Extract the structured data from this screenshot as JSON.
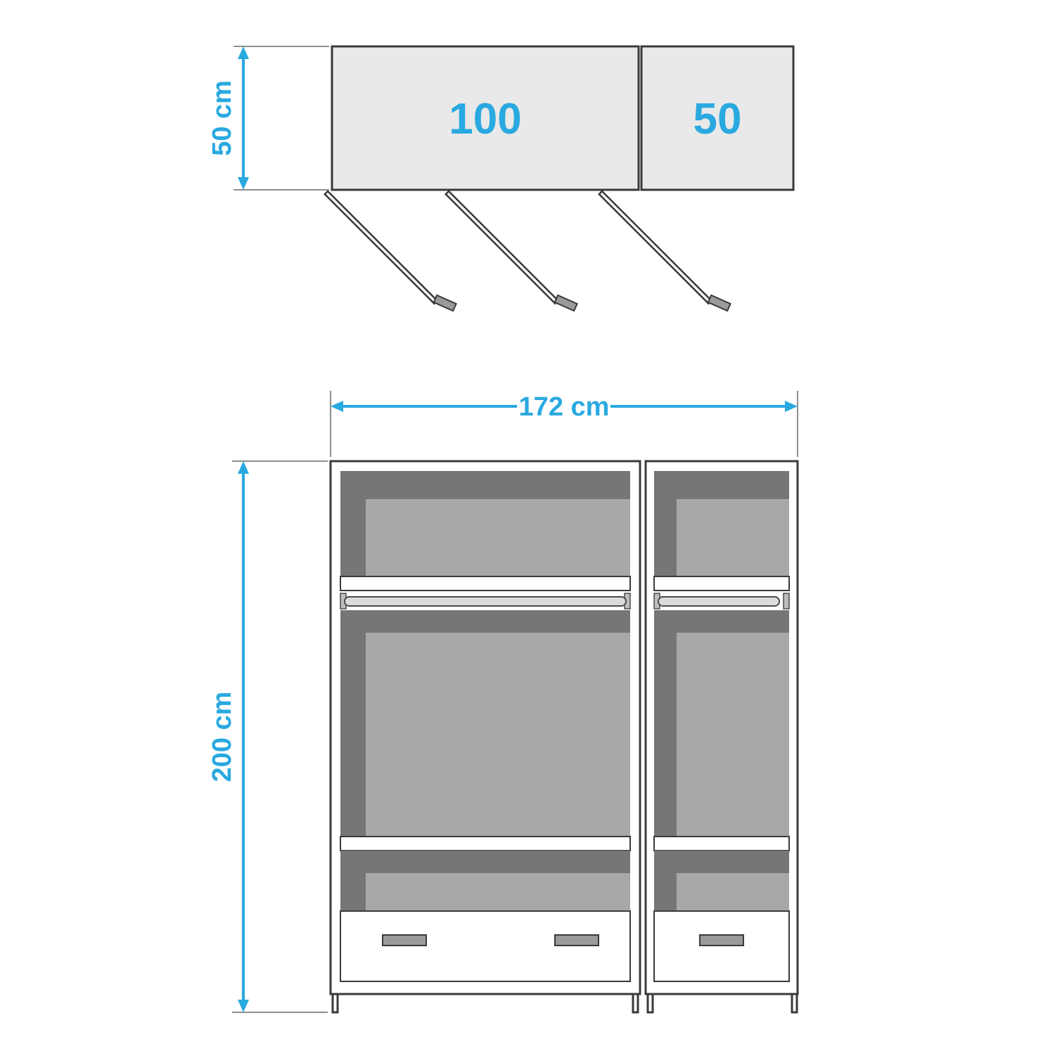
{
  "diagram": {
    "type": "furniture-dimension-diagram",
    "subject": "wardrobe",
    "colors": {
      "accent": "#29a9e0",
      "outline": "#3a3a3a",
      "panel_fill": "#e9e9e9",
      "interior_dark": "#767676",
      "interior_light": "#a8a8a8",
      "handle_fill": "#9a9a9a"
    },
    "top_view": {
      "sections": [
        {
          "label": "100",
          "width_cm": 100
        },
        {
          "label": "50",
          "width_cm": 50
        }
      ],
      "depth_dimension": {
        "label": "50 cm",
        "value_cm": 50
      },
      "open_doors": 3
    },
    "front_view": {
      "width_dimension": {
        "label": "172 cm",
        "value_cm": 172
      },
      "height_dimension": {
        "label": "200 cm",
        "value_cm": 200
      },
      "shelves_per_section": 2,
      "hanging_rails": 2,
      "drawer_handles": 3
    }
  }
}
